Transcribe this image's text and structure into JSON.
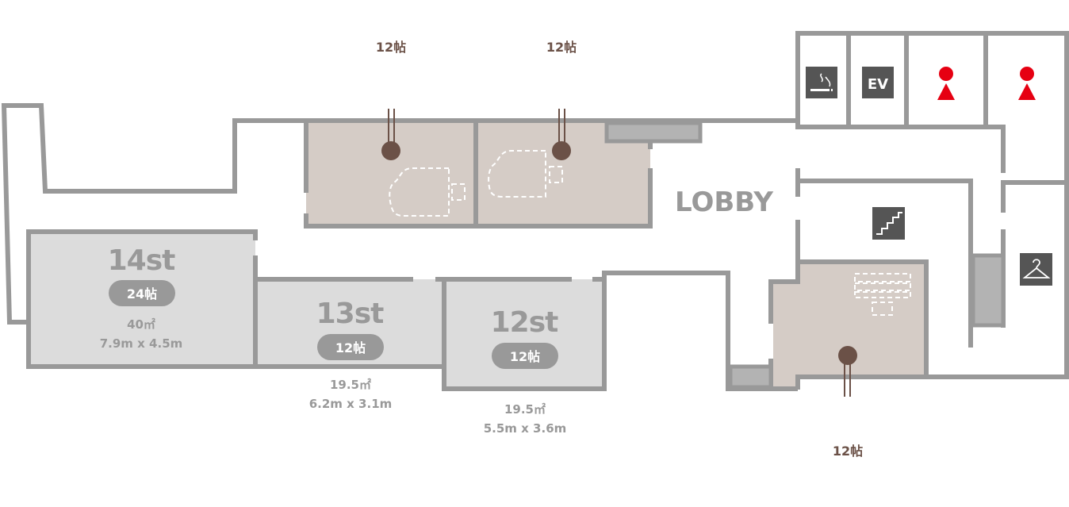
{
  "floor_plan": {
    "lobby_label": "LOBBY",
    "rooms": [
      {
        "name": "14st",
        "tatami": "24帖",
        "area": "40㎡",
        "dimensions": "7.9m x 4.5m"
      },
      {
        "name": "13st",
        "tatami": "12帖",
        "area": "19.5㎡",
        "dimensions": "6.2m x 3.1m"
      },
      {
        "name": "12st",
        "tatami": "12帖",
        "area": "19.5㎡",
        "dimensions": "5.5m x 3.6m"
      }
    ],
    "studios": [
      {
        "tatami": "12帖"
      },
      {
        "tatami": "12帖"
      },
      {
        "tatami": "12帖"
      }
    ],
    "facilities": {
      "elevator_label": "EV",
      "icons": [
        "smoking-icon",
        "elevator-icon",
        "restroom-icon",
        "restroom-icon",
        "stairs-icon",
        "cloakroom-hanger-icon"
      ]
    },
    "colors": {
      "wall": "#999999",
      "studio_floor": "#d5ccc6",
      "room_floor": "#dcdcdc",
      "restroom": "#e60012",
      "mic": "#6b5147"
    }
  }
}
